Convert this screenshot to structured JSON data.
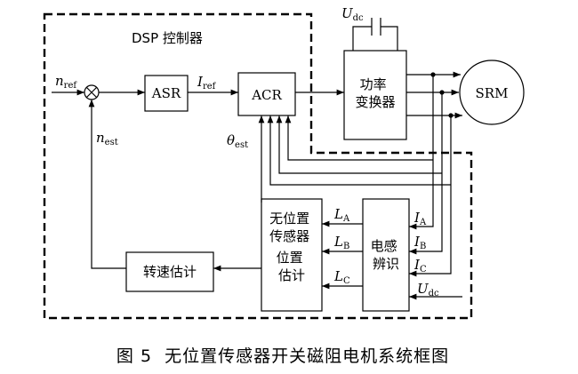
{
  "dsp_label": "DSP 控制器",
  "blocks": {
    "asr": "ASR",
    "acr": "ACR",
    "power_converter": [
      "功率",
      "变换器"
    ],
    "srm": "SRM",
    "position_estimator": [
      "无位置",
      "传感器",
      "位置",
      "估计"
    ],
    "inductance_id": [
      "电感",
      "辨识"
    ],
    "speed_estimator": "转速估计"
  },
  "signals": {
    "n_ref": {
      "main": "n",
      "sub": "ref"
    },
    "n_est": {
      "main": "n",
      "sub": "est"
    },
    "i_ref": {
      "main": "I",
      "sub": "ref"
    },
    "theta_est": {
      "main": "θ",
      "sub": "est"
    },
    "u_dc_top": {
      "main": "U",
      "sub": "dc"
    },
    "u_dc_bottom": {
      "main": "U",
      "sub": "dc"
    },
    "l_a": {
      "main": "L",
      "sub": "A"
    },
    "l_b": {
      "main": "L",
      "sub": "B"
    },
    "l_c": {
      "main": "L",
      "sub": "C"
    },
    "i_a": {
      "main": "I",
      "sub": "A"
    },
    "i_b": {
      "main": "I",
      "sub": "B"
    },
    "i_c": {
      "main": "I",
      "sub": "C"
    }
  },
  "caption": {
    "number": "图 5",
    "title": "无位置传感器开关磁阻电机系统框图"
  }
}
